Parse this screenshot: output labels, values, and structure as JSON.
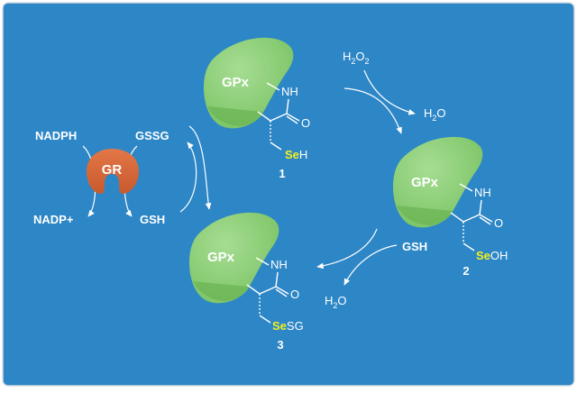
{
  "colors": {
    "background": "#2d86c6",
    "enzyme_body": "#8fce7c",
    "enzyme_shade": "#72b85e",
    "gr_enzyme": "#d9683a",
    "selenium": "#f3f01e",
    "text": "#ffffff"
  },
  "enzymes": {
    "gpx_label": "GPx",
    "gr_label": "GR"
  },
  "structures": [
    {
      "number": "1",
      "nh": "NH",
      "o": "O",
      "se": "Se",
      "suffix": "H"
    },
    {
      "number": "2",
      "nh": "NH",
      "o": "O",
      "se": "Se",
      "suffix": "OH"
    },
    {
      "number": "3",
      "nh": "NH",
      "o": "O",
      "se": "Se",
      "suffix": "SG"
    }
  ],
  "reactants": {
    "h2o2": {
      "main": "H",
      "sub": "2",
      "mid": "O",
      "sub2": "2"
    },
    "h2o_top": {
      "main": "H",
      "sub": "2",
      "mid": "O"
    },
    "h2o_bottom": {
      "main": "H",
      "sub": "2",
      "mid": "O"
    },
    "gsh_right": "GSH",
    "gsh_left": "GSH",
    "gssg": "GSSG",
    "nadph": "NADPH",
    "nadp": "NADP+"
  }
}
